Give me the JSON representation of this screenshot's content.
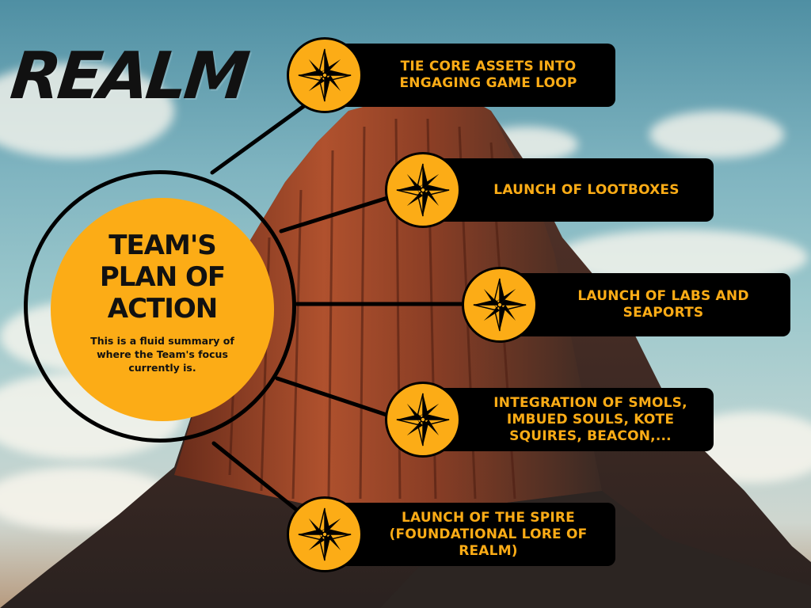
{
  "logo": {
    "text": "REALM"
  },
  "hub": {
    "title": "TEAM'S PLAN OF ACTION",
    "description": "This is a fluid summary of where the Team's focus currently is."
  },
  "items": [
    {
      "label": "TIE CORE ASSETS INTO ENGAGING GAME LOOP",
      "icon": "compass-star-icon"
    },
    {
      "label": "LAUNCH OF LOOTBOXES",
      "icon": "compass-star-icon"
    },
    {
      "label": "LAUNCH OF LABS AND SEAPORTS",
      "icon": "compass-star-icon"
    },
    {
      "label": "INTEGRATION OF SMOLS, IMBUED SOULS, KOTE SQUIRES, BEACON,...",
      "icon": "compass-star-icon"
    },
    {
      "label": "LAUNCH OF THE SPIRE (FOUNDATIONAL LORE OF REALM)",
      "icon": "compass-star-icon"
    }
  ],
  "colors": {
    "accent": "#fcac16",
    "pill": "#000000"
  }
}
